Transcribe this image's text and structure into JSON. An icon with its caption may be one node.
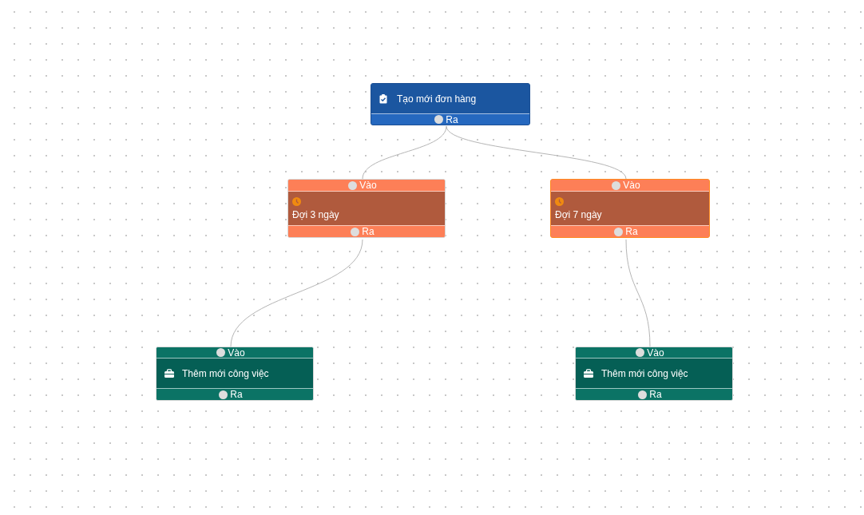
{
  "diagram": {
    "nodes": [
      {
        "text": [
          "Tạo mới đơn hàng",
          "Ra"
        ]
      },
      {
        "text": [
          "Vào",
          "Đợi 3 ngày",
          "Ra"
        ]
      },
      {
        "text": [
          "Vào",
          "Đợi 7 ngày",
          "Ra"
        ]
      },
      {
        "text": [
          "Vào",
          "Thêm mới công việc",
          "Ra"
        ]
      },
      {
        "text": [
          "Vào",
          "Thêm mới công việc",
          "Ra"
        ]
      }
    ],
    "edges": [
      {
        "from": 0,
        "to": 1,
        "arrow": "none"
      },
      {
        "from": 0,
        "to": 2,
        "arrow": "none"
      },
      {
        "from": 1,
        "to": 3,
        "arrow": "none"
      },
      {
        "from": 2,
        "to": 4,
        "arrow": "none"
      }
    ]
  }
}
